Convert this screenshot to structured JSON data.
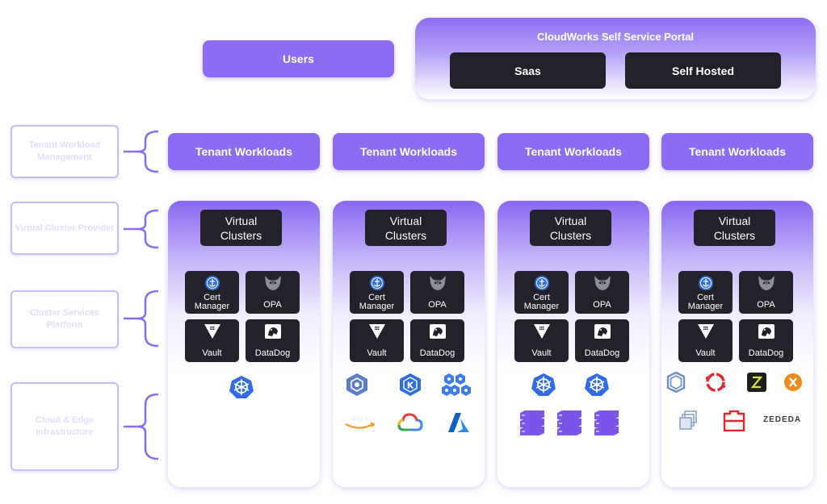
{
  "header": {
    "users_label": "Users",
    "portal_title": "CloudWorks Self Service Portal",
    "saas_label": "Saas",
    "self_hosted_label": "Self Hosted"
  },
  "side_labels": [
    "Tenant Workload Management",
    "Virtual Cluster Provider",
    "Cluster Services Platform",
    "Cloud & Edge Infrastructure"
  ],
  "columns": [
    {
      "workload": "Tenant Workloads",
      "vc": [
        "Virtual",
        "Clusters"
      ],
      "tiles": [
        "Cert Manager",
        "OPA",
        "Vault",
        "DataDog"
      ]
    },
    {
      "workload": "Tenant Workloads",
      "vc": [
        "Virtual",
        "Clusters"
      ],
      "tiles": [
        "Cert Manager",
        "OPA",
        "Vault",
        "DataDog"
      ]
    },
    {
      "workload": "Tenant Workloads",
      "vc": [
        "Virtual",
        "Clusters"
      ],
      "tiles": [
        "Cert Manager",
        "OPA",
        "Vault",
        "DataDog"
      ]
    },
    {
      "workload": "Tenant Workloads",
      "vc": [
        "Virtual",
        "Clusters"
      ],
      "tiles": [
        "Cert Manager",
        "OPA",
        "Vault",
        "DataDog"
      ]
    }
  ],
  "tile_label_lines": {
    "cert": [
      "Cert",
      "Manager"
    ]
  },
  "logos": {
    "zededa": "ZEDEDA",
    "kubernetes": "kubernetes-icon",
    "gke": "gke-icon",
    "kind": "kind-icon",
    "cluster": "cluster-icon",
    "aws": "aws-icon",
    "gcp": "google-cloud-icon",
    "azure": "azure-icon",
    "server": "server-stack-icon"
  },
  "colors": {
    "accent": "#8b6cf2",
    "dark": "#23222b"
  }
}
